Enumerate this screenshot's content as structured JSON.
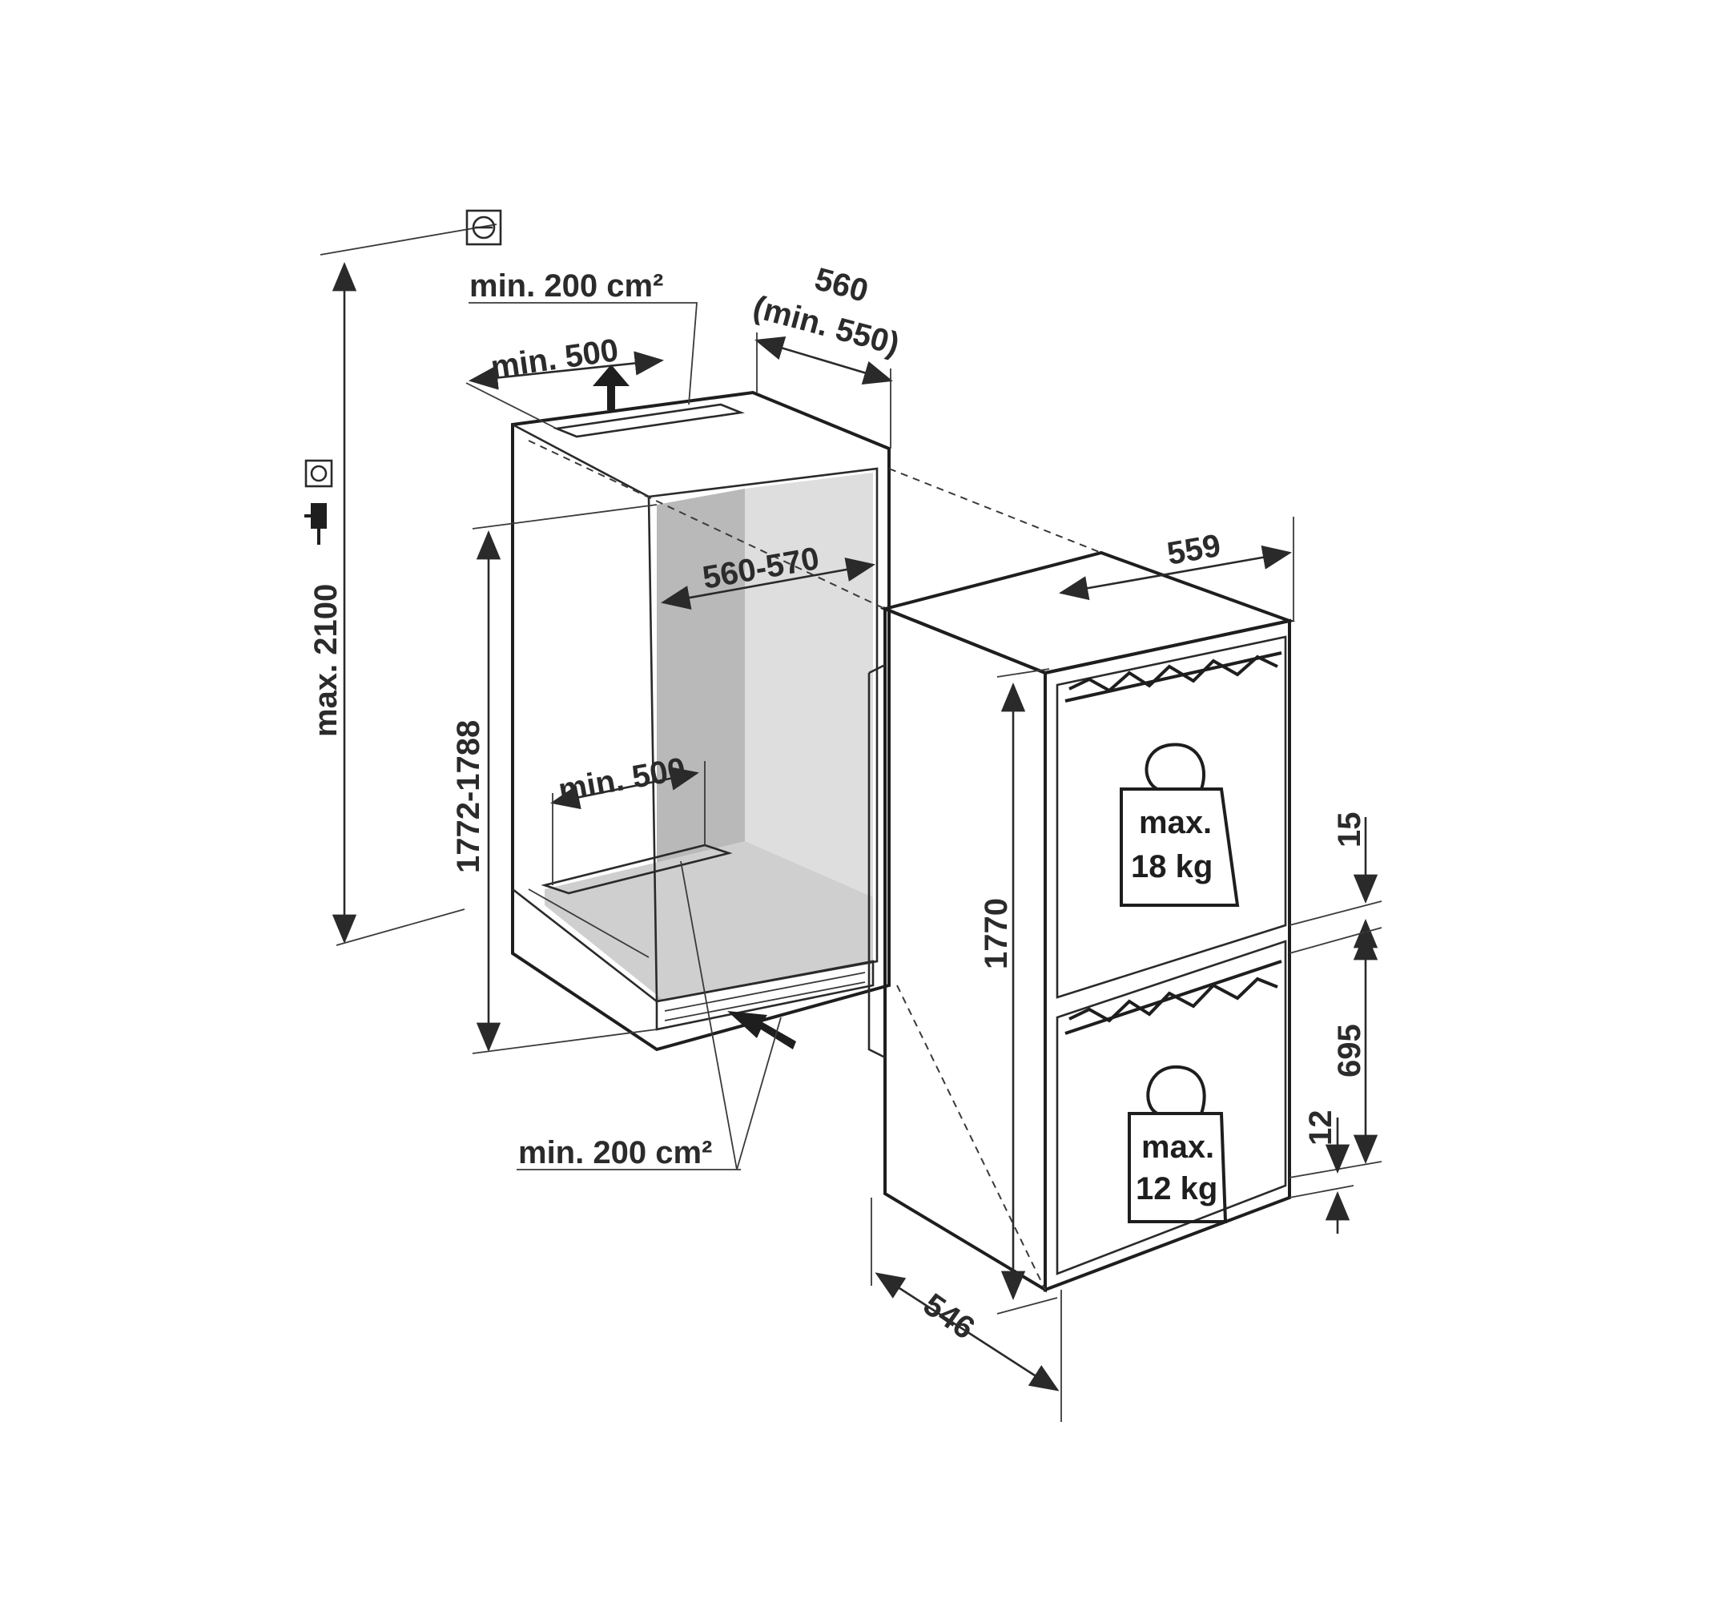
{
  "labels": {
    "top_vent_area": "min. 200 cm²",
    "top_vent_width": "min. 500",
    "niche_depth": "560",
    "niche_depth_min": "(min. 550)",
    "max_height": "max. 2100",
    "niche_width": "560-570",
    "niche_height": "1772-1788",
    "bottom_vent_width": "min. 500",
    "bottom_vent_area": "min. 200 cm²",
    "appliance_width": "559",
    "appliance_height": "1770",
    "appliance_depth": "546",
    "door_gap": "15",
    "lower_door_height": "695",
    "bottom_gap": "12"
  },
  "weights": {
    "upper": {
      "max": "max.",
      "value": "18 kg"
    },
    "lower": {
      "max": "max.",
      "value": "12 kg"
    }
  },
  "colors": {
    "line": "#2a2a2a",
    "panel_dark": "#b9b9b9",
    "panel_mid": "#cfcfcf",
    "panel_light": "#dedede",
    "background": "#ffffff"
  },
  "icons": {
    "socket": "socket-icon",
    "plug": "plug-icon",
    "arrow": "airflow-arrow-icon"
  }
}
